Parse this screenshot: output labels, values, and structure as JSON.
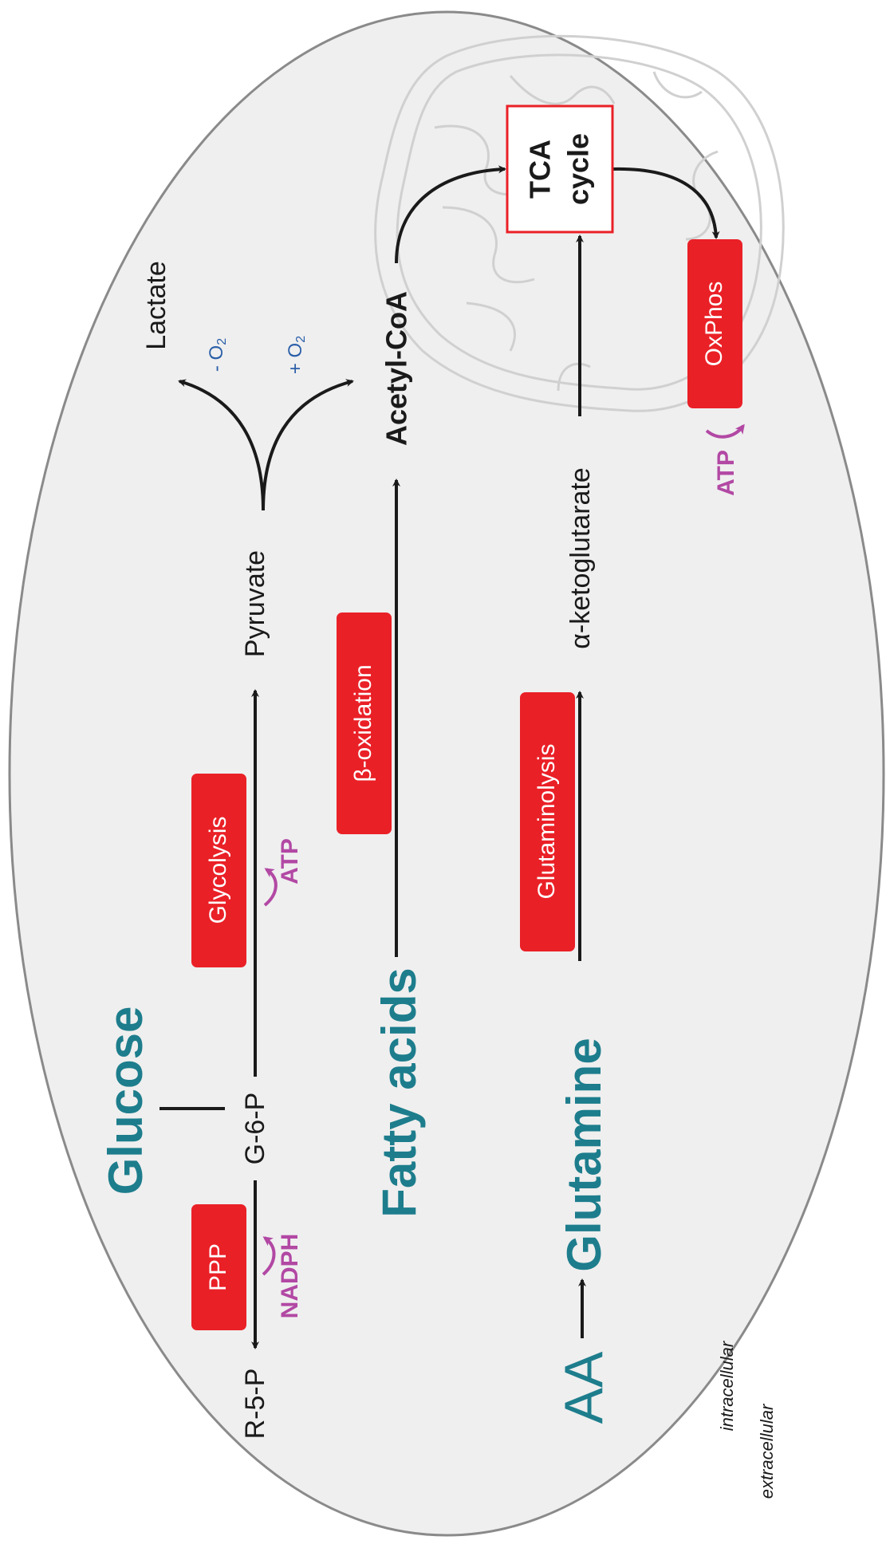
{
  "substrates": {
    "glucose": "Glucose",
    "fatty_acids": "Fatty acids",
    "glutamine": "Glutamine",
    "aa": "AA"
  },
  "metabolites": {
    "r5p": "R-5-P",
    "g6p": "G-6-P",
    "pyruvate": "Pyruvate",
    "lactate": "Lactate",
    "acetyl_coa": "Acetyl-CoA",
    "akg": "α-ketoglutarate"
  },
  "enzymes": {
    "ppp": "PPP",
    "glycolysis": "Glycolysis",
    "beta_oxidation": "β-oxidation",
    "glutaminolysis": "Glutaminolysis",
    "oxphos": "OxPhos"
  },
  "cofactors": {
    "nadph": "NADPH",
    "atp_glycolysis": "ATP",
    "atp_oxphos": "ATP"
  },
  "oxygen": {
    "minus_prefix": "- O",
    "plus_prefix": "+ O",
    "subscript": "2"
  },
  "tca": {
    "line1": "TCA",
    "line2": "cycle"
  },
  "locations": {
    "intracellular": "intracellular",
    "extracellular": "extracellular"
  },
  "colors": {
    "enzyme_red": "#ea2027",
    "substrate_teal": "#1d7d8c",
    "cofactor_magenta": "#b248a4",
    "oxygen_blue": "#2b5fa8",
    "cell_fill": "#efefef"
  }
}
